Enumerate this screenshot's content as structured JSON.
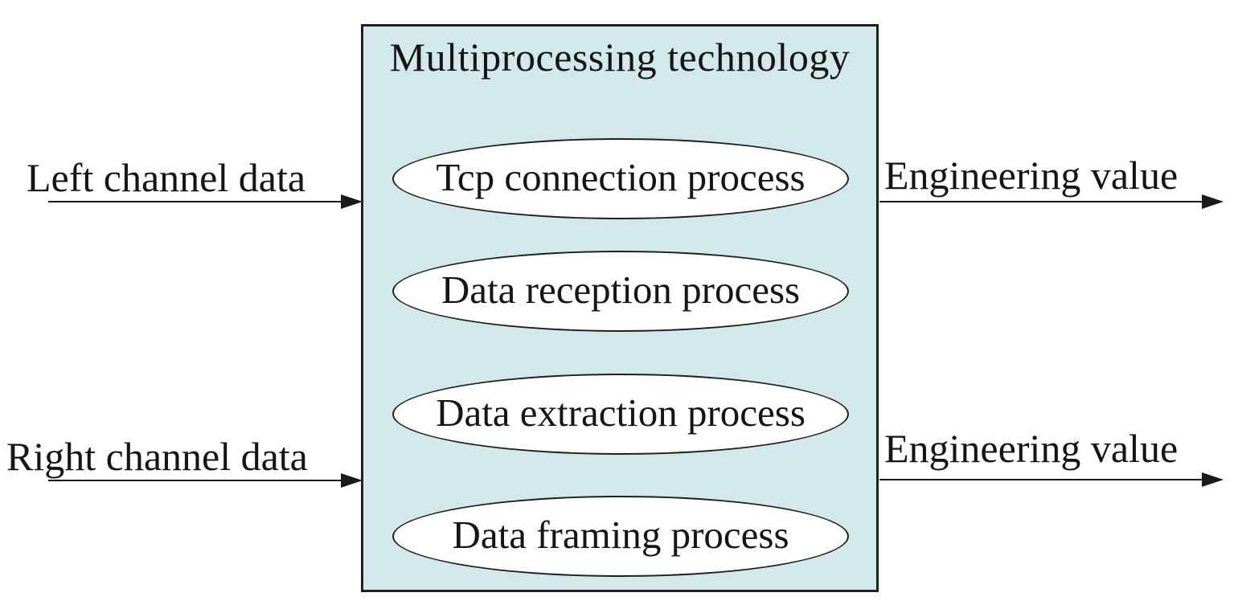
{
  "title": "Multiprocessing technology",
  "colors": {
    "box_fill": "#d2e8ea",
    "node_fill": "#ffffff",
    "border": "#1f1f1f",
    "text": "#151515"
  },
  "processes": [
    {
      "label": "Tcp connection process"
    },
    {
      "label": "Data reception process"
    },
    {
      "label": "Data extraction process"
    },
    {
      "label": "Data framing process"
    }
  ],
  "inputs": [
    {
      "label": "Left channel data"
    },
    {
      "label": "Right channel data"
    }
  ],
  "outputs": [
    {
      "label": "Engineering value"
    },
    {
      "label": "Engineering value"
    }
  ]
}
